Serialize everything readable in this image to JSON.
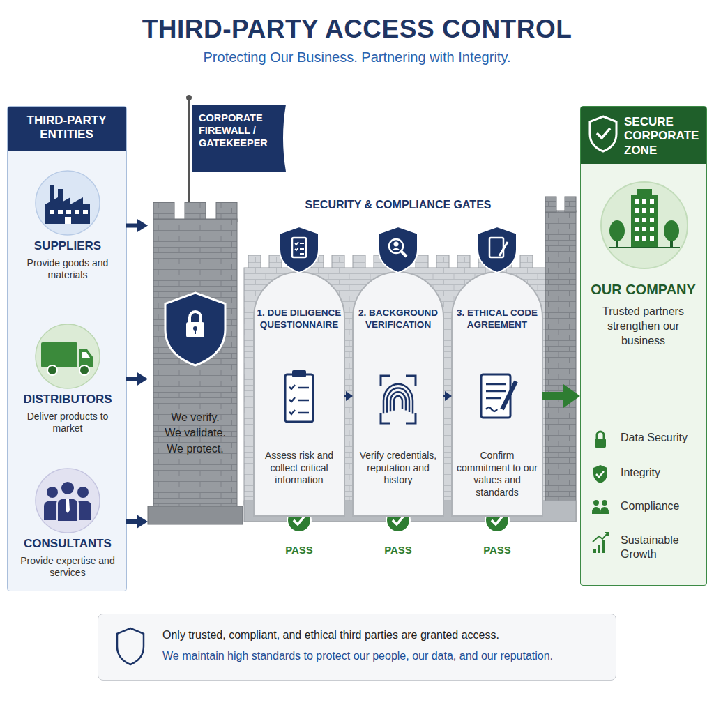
{
  "diagram": {
    "title": "THIRD-PARTY ACCESS CONTROL",
    "nodes": [
      {
        "text": [
          "THIRD-PARTY ENTITIES"
        ]
      },
      {
        "text": [
          "SUPPLIERS",
          "Provide goods and materials"
        ],
        "in": 0
      },
      {
        "text": [
          "DISTRIBUTORS",
          "Deliver products to market"
        ],
        "in": 0
      },
      {
        "text": [
          "CONSULTANTS",
          "Provide expertise and services"
        ],
        "in": 0
      },
      {
        "text": [
          "CORPORATE FIREWALL / GATEKEEPER"
        ]
      },
      {
        "text": [
          "We verify. We validate. We protect."
        ]
      },
      {
        "text": [
          "SECURITY & COMPLIANCE GATES"
        ]
      },
      {
        "text": [
          "1. DUE DILIGENCE QUESTIONNAIRE",
          "Assess risk and collect critical information"
        ],
        "in": 6
      },
      {
        "text": [
          "2. BACKGROUND VERIFICATION",
          "Verify credentials, reputation and history"
        ],
        "in": 6
      },
      {
        "text": [
          "3. ETHICAL CODE AGREEMENT",
          "Confirm commitment to our values and standards"
        ],
        "in": 6
      },
      {
        "text": [
          "SECURE CORPORATE ZONE",
          "OUR COMPANY",
          "Trusted partners strengthen our business"
        ]
      },
      {
        "text": [
          "Only trusted, compliant, and ethical third parties are granted access.",
          "We maintain high standards to protect our people, our data, and our reputation."
        ]
      }
    ],
    "edges": [
      {
        "from": 1,
        "to": 5,
        "arrow": "to"
      },
      {
        "from": 2,
        "to": 5,
        "arrow": "to"
      },
      {
        "from": 3,
        "to": 5,
        "arrow": "to"
      },
      {
        "from": 7,
        "to": 8,
        "arrow": "to"
      },
      {
        "from": 8,
        "to": 9,
        "arrow": "to"
      },
      {
        "from": 9,
        "to": 10,
        "arrow": "to"
      }
    ],
    "labels": [
      "Protecting Our Business. Partnering with Integrity.",
      "PASS",
      "PASS",
      "PASS",
      "Data Security",
      "Integrity",
      "Compliance",
      "Sustainable Growth"
    ]
  }
}
